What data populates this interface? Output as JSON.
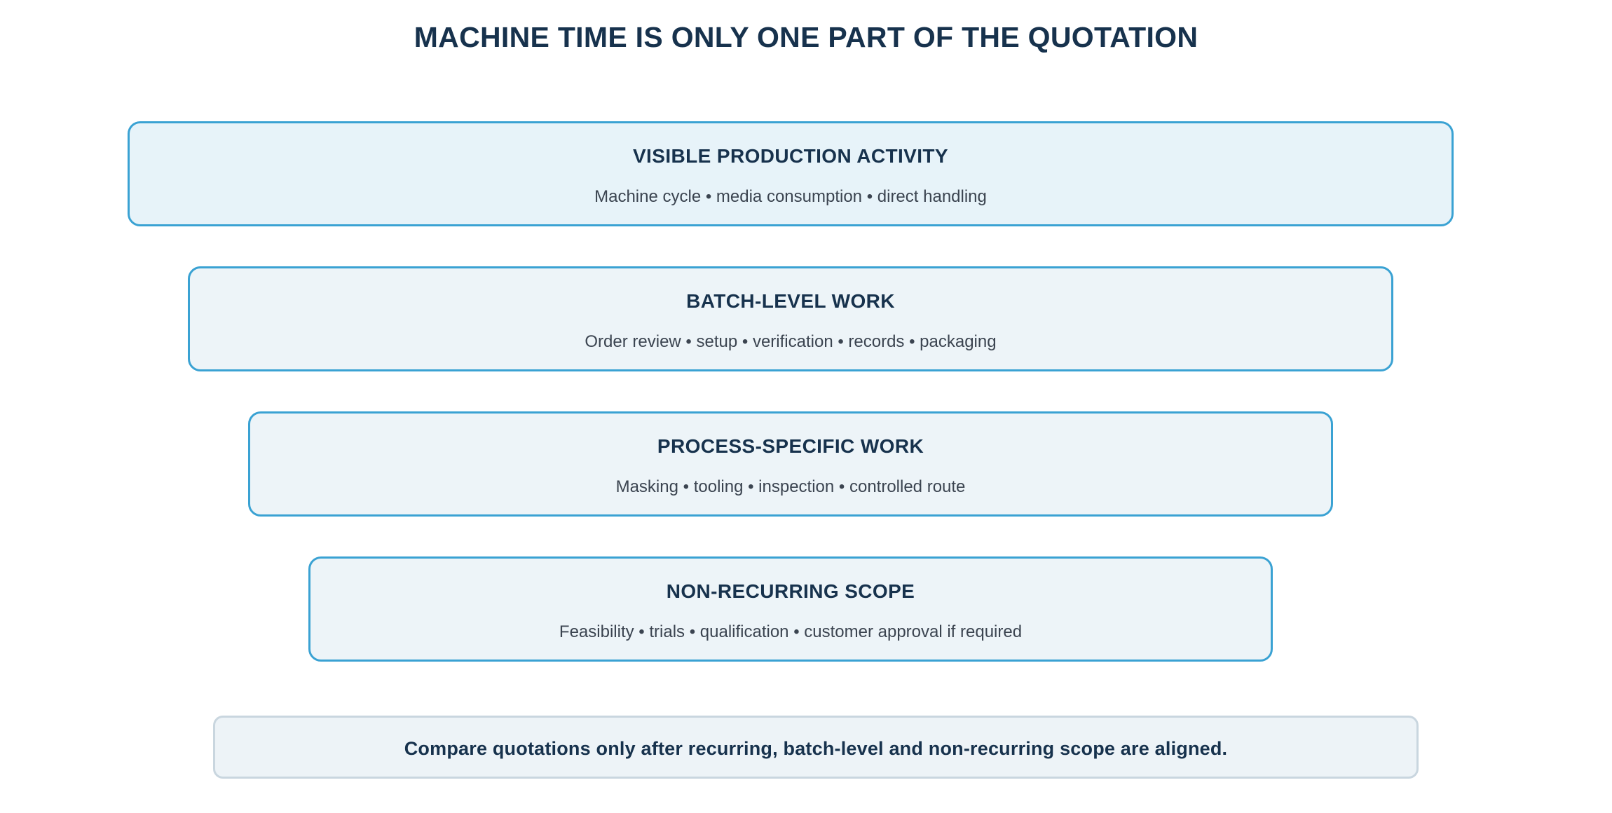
{
  "title": "MACHINE TIME IS ONLY ONE PART OF THE QUOTATION",
  "layers": [
    {
      "heading": "VISIBLE PRODUCTION ACTIVITY",
      "description": "Machine cycle • media consumption • direct handling"
    },
    {
      "heading": "BATCH-LEVEL WORK",
      "description": "Order review • setup • verification • records • packaging"
    },
    {
      "heading": "PROCESS-SPECIFIC WORK",
      "description": "Masking • tooling • inspection • controlled route"
    },
    {
      "heading": "NON-RECURRING SCOPE",
      "description": "Feasibility • trials • qualification • customer approval if required"
    }
  ],
  "note": "Compare quotations only after recurring, batch-level and non-recurring scope are aligned.",
  "colors": {
    "title_text": "#17324d",
    "box_border": "#3aa2d3",
    "box_fill_top": "#e7f3f9",
    "box_fill": "#edf4f8",
    "note_border": "#c9d6df",
    "note_fill": "#edf3f7",
    "description_text": "#3b4450"
  }
}
